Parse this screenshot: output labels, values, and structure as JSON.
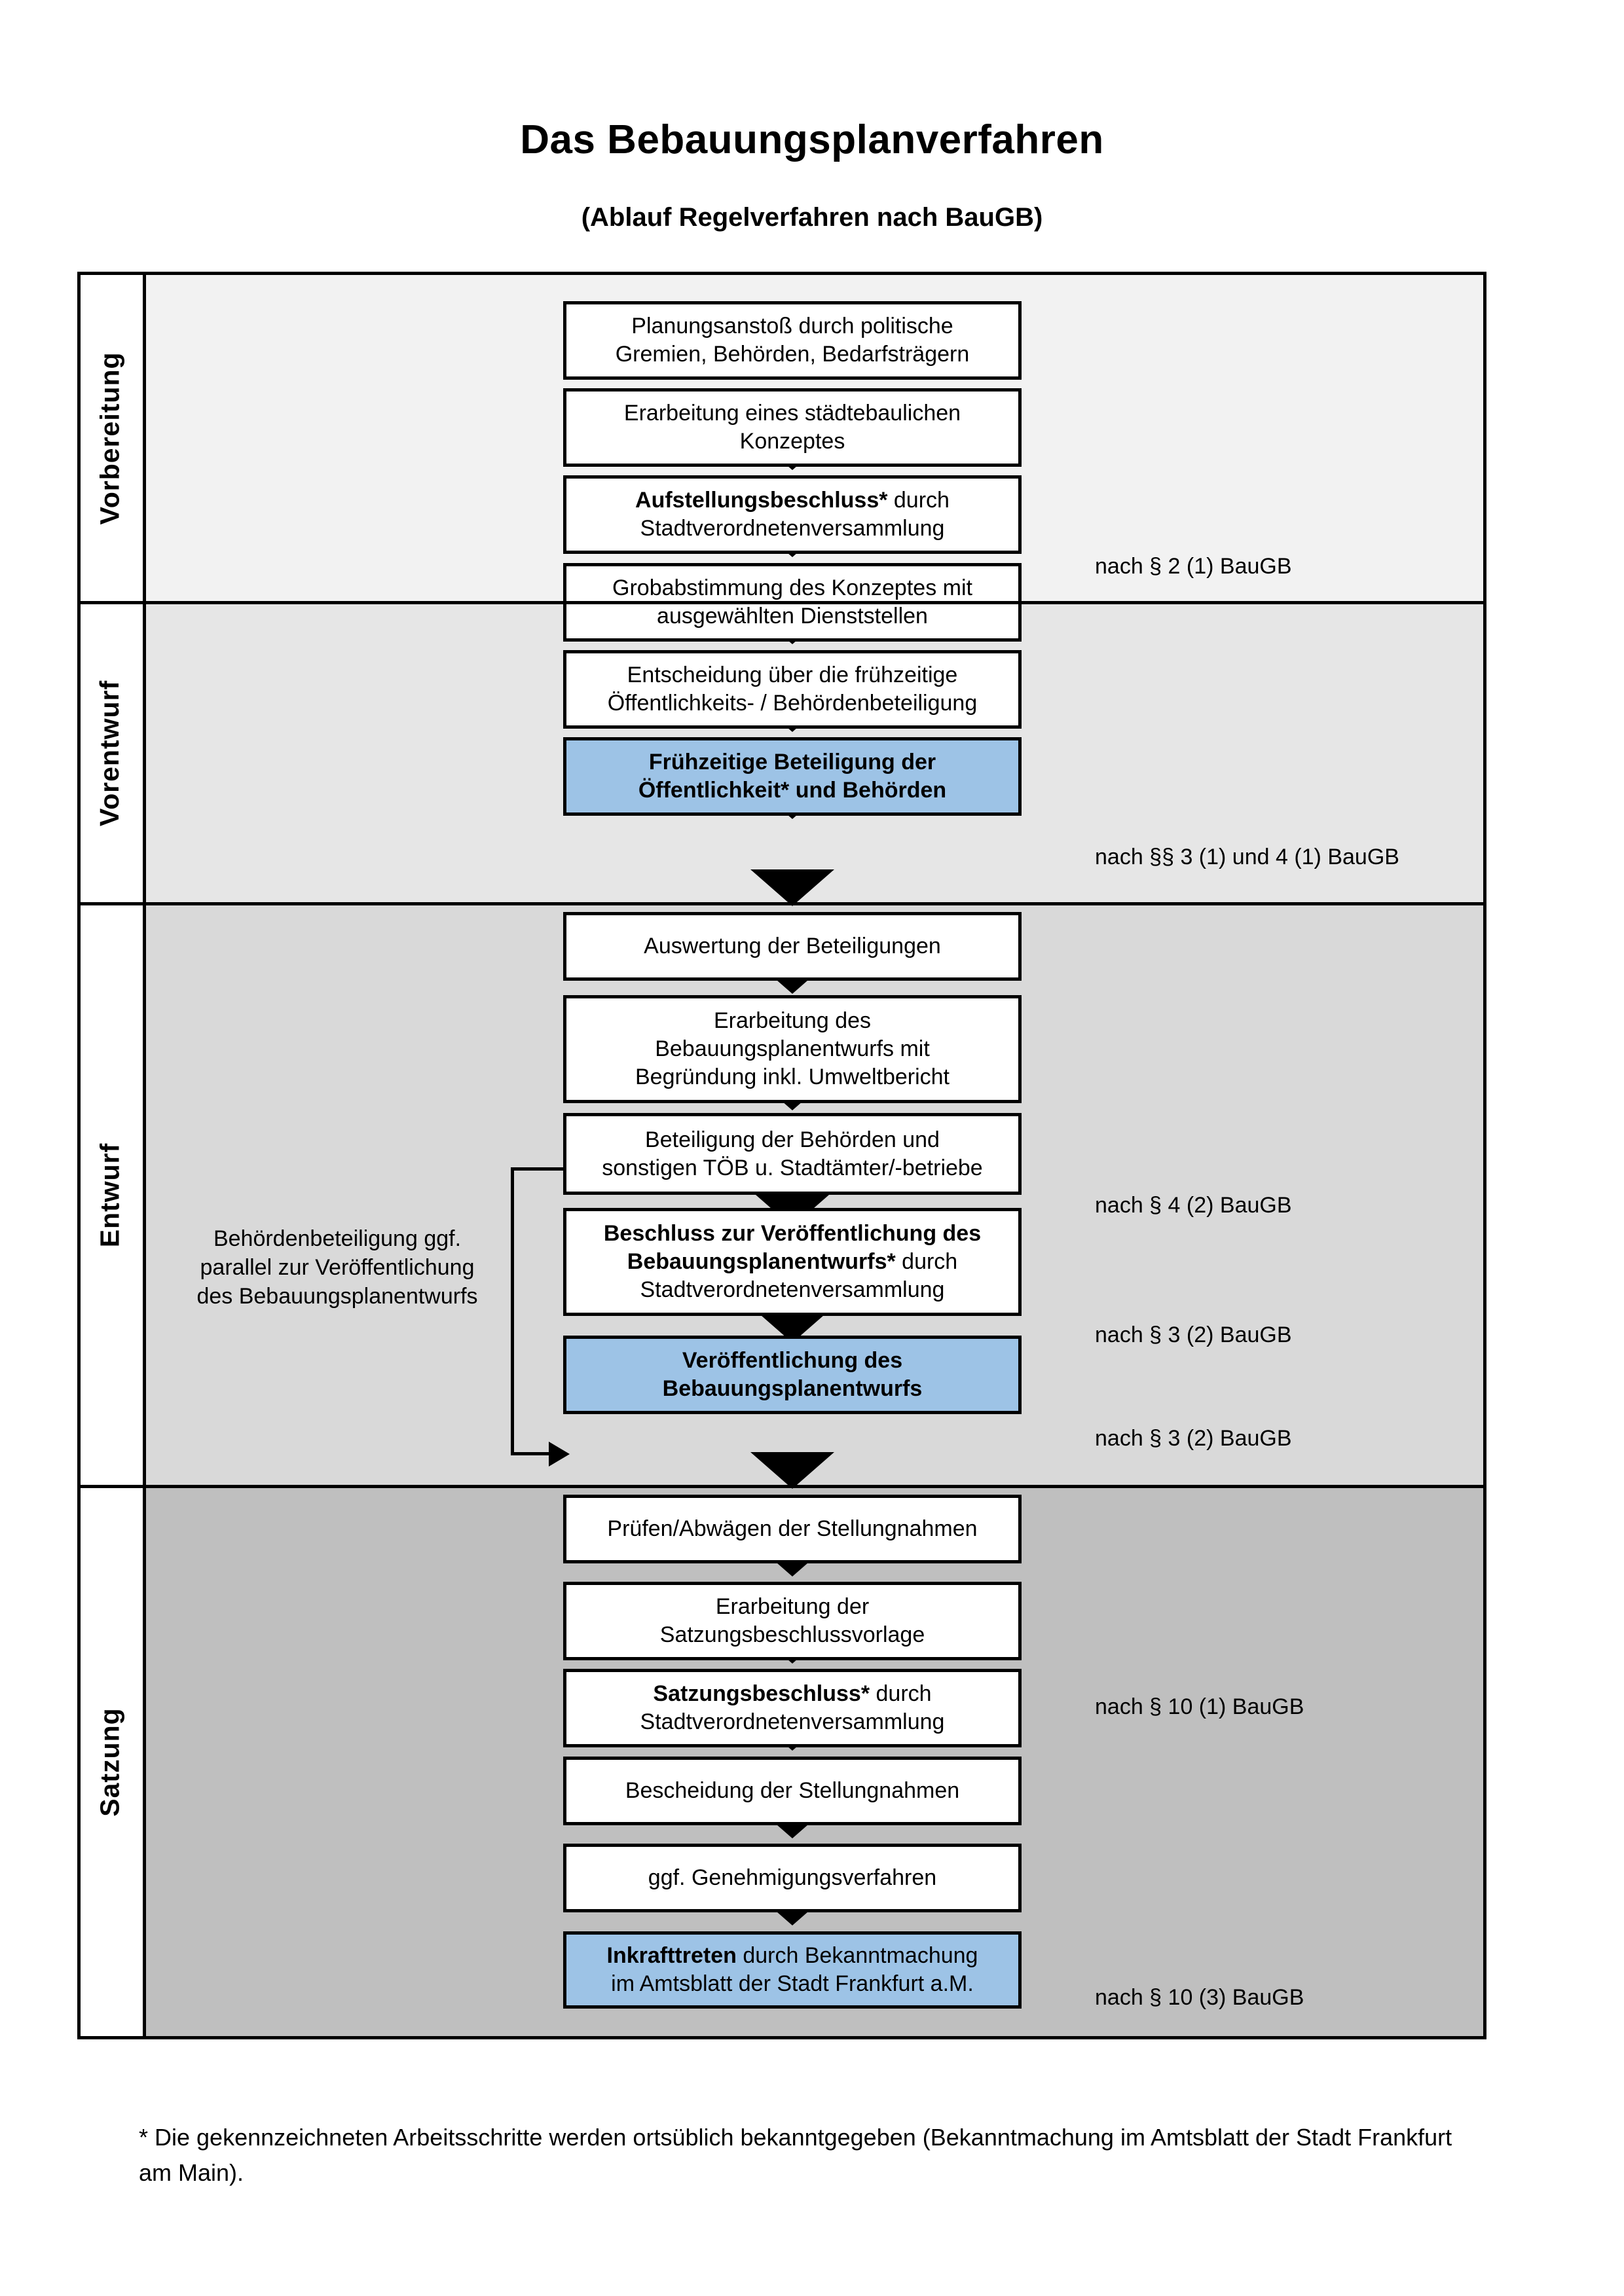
{
  "title": "Das Bebauungsplanverfahren",
  "subtitle": "(Ablauf Regelverfahren nach BauGB)",
  "phases": [
    {
      "label": "Vorbereitung",
      "tint": "#f2f2f2"
    },
    {
      "label": "Vorentwurf",
      "tint": "#e6e6e6"
    },
    {
      "label": "Entwurf",
      "tint": "#d9d9d9"
    },
    {
      "label": "Satzung",
      "tint": "#bfbfbf"
    }
  ],
  "steps": [
    {
      "id": "planungsanstoss",
      "line1": "Planungsanstoß durch politische",
      "line2": "Gremien, Behörden, Bedarfsträgern",
      "bold": "",
      "highlight": false
    },
    {
      "id": "konzept",
      "line1": "Erarbeitung eines städtebaulichen",
      "line2": "Konzeptes",
      "bold": "",
      "highlight": false
    },
    {
      "id": "aufstellungsbeschluss",
      "bold": "Aufstellungsbeschluss*",
      "line1": " durch",
      "line2": "Stadtverordnetenversammlung",
      "highlight": false
    },
    {
      "id": "grobabstimmung",
      "line1": "Grobabstimmung des Konzeptes mit",
      "line2": "ausgewählten Dienststellen",
      "bold": "",
      "highlight": false
    },
    {
      "id": "entscheidung-fruehzeitige",
      "line1": "Entscheidung über die frühzeitige",
      "line2": "Öffentlichkeits- / Behördenbeteiligung",
      "bold": "",
      "highlight": false
    },
    {
      "id": "fruehzeitige-beteiligung",
      "bold": "Frühzeitige Beteiligung der\nÖffentlichkeit* und Behörden",
      "line1": "",
      "line2": "",
      "highlight": true
    },
    {
      "id": "auswertung",
      "line1": "Auswertung der Beteiligungen",
      "line2": "",
      "bold": "",
      "highlight": false
    },
    {
      "id": "erarbeitung-entwurf",
      "line1": "Erarbeitung des",
      "line2": "Bebauungsplanentwurfs mit",
      "line3": "Begründung inkl. Umweltbericht",
      "bold": "",
      "highlight": false
    },
    {
      "id": "beteiligung-behoerden",
      "line1": "Beteiligung der Behörden und",
      "line2": "sonstigen TÖB u. Stadtämter/-betriebe",
      "bold": "",
      "highlight": false
    },
    {
      "id": "beschluss-veroeffentlichung",
      "bold": "Beschluss zur Veröffentlichung des\nBebauungsplanentwurfs*",
      "line1": " durch",
      "line2": "Stadtverordnetenversammlung",
      "highlight": false
    },
    {
      "id": "veroeffentlichung",
      "bold": "Veröffentlichung des\nBebauungsplanentwurfs",
      "line1": "",
      "line2": "",
      "highlight": true
    },
    {
      "id": "pruefen-abwaegen",
      "line1": "Prüfen/Abwägen der Stellungnahmen",
      "line2": "",
      "bold": "",
      "highlight": false
    },
    {
      "id": "satzungsbeschlussvorlage",
      "line1": "Erarbeitung der",
      "line2": "Satzungsbeschlussvorlage",
      "bold": "",
      "highlight": false
    },
    {
      "id": "satzungsbeschluss",
      "bold": "Satzungsbeschluss*",
      "line1": " durch",
      "line2": "Stadtverordnetenversammlung",
      "highlight": false
    },
    {
      "id": "bescheidung",
      "line1": "Bescheidung der Stellungnahmen",
      "line2": "",
      "bold": "",
      "highlight": false
    },
    {
      "id": "genehmigungsverfahren",
      "line1": "ggf. Genehmigungsverfahren",
      "line2": "",
      "bold": "",
      "highlight": false
    },
    {
      "id": "inkrafttreten",
      "bold": "Inkrafttreten",
      "line1": " durch Bekanntmachung",
      "line2": "im Amtsblatt der Stadt Frankfurt a.M.",
      "highlight": true
    }
  ],
  "legal_refs": [
    {
      "id": "ref-2-1",
      "text": "nach § 2 (1) BauGB"
    },
    {
      "id": "ref-3-1-4-1",
      "text": "nach §§ 3 (1) und 4 (1) BauGB"
    },
    {
      "id": "ref-4-2",
      "text": "nach § 4 (2) BauGB"
    },
    {
      "id": "ref-3-2-a",
      "text": "nach § 3 (2) BauGB"
    },
    {
      "id": "ref-3-2-b",
      "text": "nach § 3 (2) BauGB"
    },
    {
      "id": "ref-10-1",
      "text": "nach § 10 (1) BauGB"
    },
    {
      "id": "ref-10-3",
      "text": "nach § 10 (3) BauGB"
    }
  ],
  "sidenote": "Behördenbeteiligung ggf. parallel zur Veröffentlichung des Bebauungsplanentwurfs",
  "footnote": "* Die gekennzeichneten Arbeitsschritte werden ortsüblich bekanntgegeben (Bekanntmachung im Amtsblatt  der Stadt Frankfurt am Main).",
  "colors": {
    "highlight_blue": "#9dc3e6",
    "border": "#000000"
  }
}
